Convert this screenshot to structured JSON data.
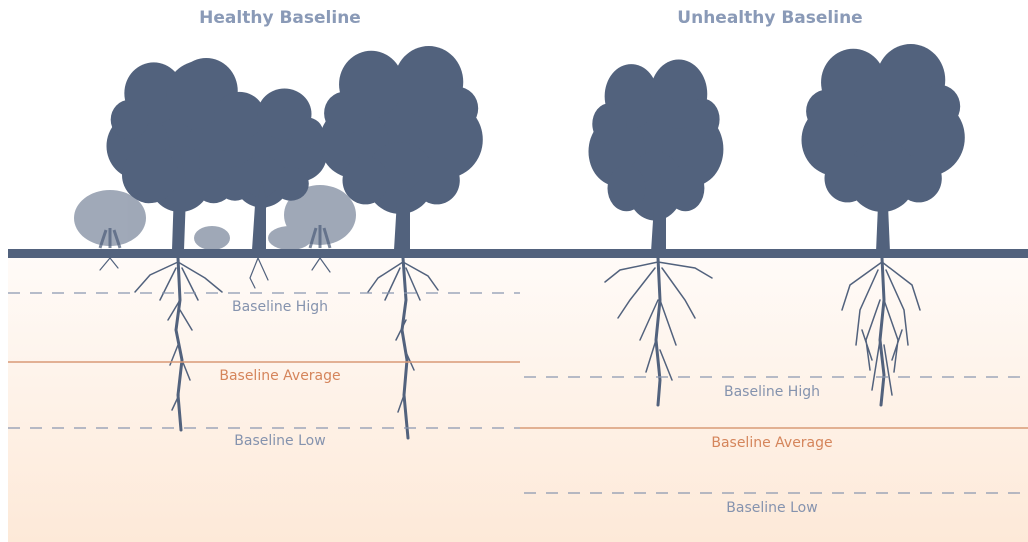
{
  "panels": [
    {
      "title": "Healthy Baseline",
      "labels": {
        "high": "Baseline High",
        "average": "Baseline Average",
        "low": "Baseline Low"
      }
    },
    {
      "title": "Unhealthy Baseline",
      "labels": {
        "high": "Baseline High",
        "average": "Baseline Average",
        "low": "Baseline Low"
      }
    }
  ],
  "colors": {
    "tree": "#52627d",
    "ground": "#52627d",
    "soil_top": "#fffaf6",
    "soil_bottom": "#fde9d9",
    "dashed_line": "#8a97b0",
    "average_line": "#d99a76",
    "title": "#8a9ab7",
    "label_high_low": "#8593ae",
    "label_average": "#d5855b"
  },
  "icons": [
    "oak-tree-icon",
    "shrub-icon",
    "root-system-icon"
  ]
}
